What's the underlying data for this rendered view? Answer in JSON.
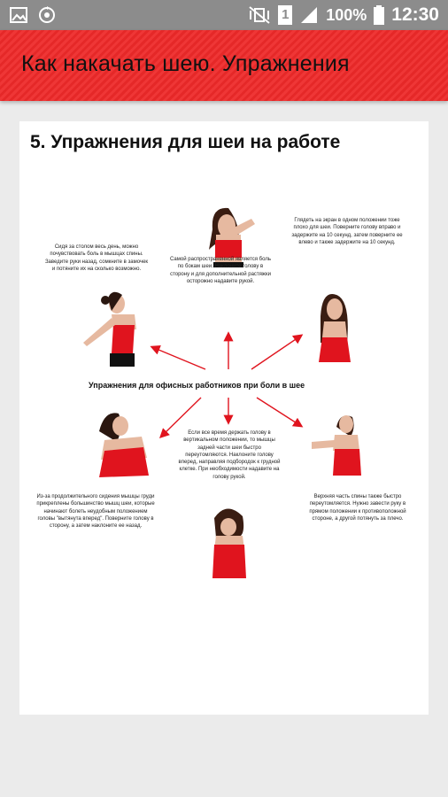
{
  "status_bar": {
    "battery": "100%",
    "time": "12:30",
    "sim_badge": "1",
    "icons": [
      "gallery-icon",
      "sync-icon",
      "vibrate-mute-icon",
      "sim-icon",
      "signal-icon",
      "battery-icon"
    ]
  },
  "app_bar": {
    "title": "Как накачать шею. Упражнения",
    "color": "#ee2a2a"
  },
  "content": {
    "title": "5. Упражнения для шеи на работе",
    "infographic": {
      "center_label": "Упражнения для офисных работников при боли в шее",
      "accent_color": "#e0141e",
      "notes": [
        "Сидя за столом весь день, можно почувствовать боль в мышцах спины. Заведите руки назад, сомкните в замочек и потяните их на сколько возможно.",
        "Самой распространенной является боль по бокам шеи. Наклоните голову в сторону и для дополнительной растяжки осторожно надавите рукой.",
        "Глядеть на экран в одном положении тоже плохо для шеи. Поверните голову вправо и задержите на 10 секунд, затем поверните ее влево и также задержите на 10 секунд.",
        "Из-за продолжительного сидения мышцы груди прикреплены большинство мышц шеи, которые начинают болеть неудобным положением головы \"вытянута вперед\". Поверните голову в сторону, а затем наклоните ее назад.",
        "Если все время держать голову в вертикальном положении, то мышцы задней части шеи быстро переутомляются. Наклоните голову вперед, направляя подбородок к грудной клетке. При необходимости надавите на голову рукой.",
        "Верхняя часть спины также быстро переутомляется. Нужно завести руку в прямом положении к противоположной стороне, а другой потянуть за плечо."
      ]
    }
  }
}
